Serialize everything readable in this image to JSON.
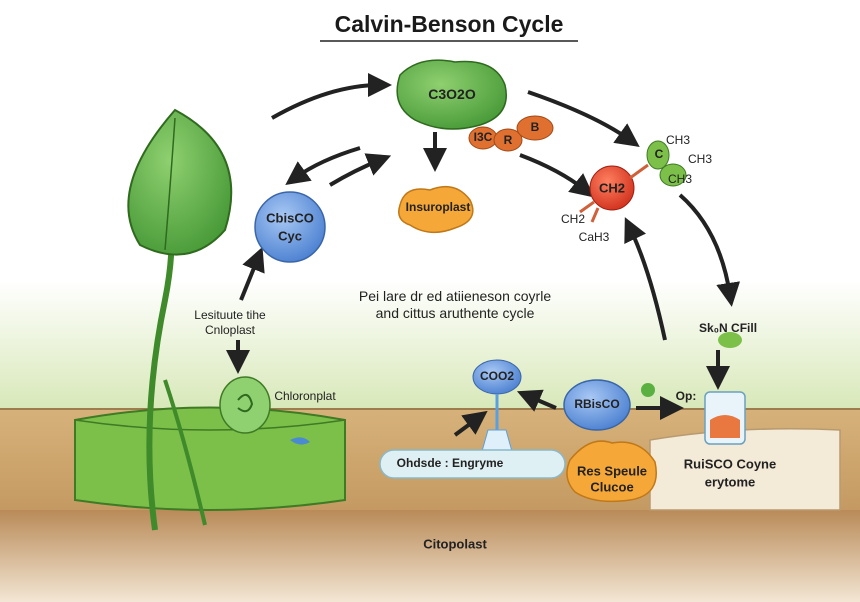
{
  "title": "Calvin-Benson Cycle",
  "molecules": {
    "top_blob": "C3O2O",
    "orange_chain": [
      "I3C",
      "R",
      "B"
    ],
    "insuroplast": "Insuroplast",
    "blue_circle": [
      "CbisCO",
      "Cyc"
    ],
    "red_center": "CH2",
    "ch3_labels": [
      "C",
      "CH3",
      "CH3",
      "CH3"
    ],
    "red_side": [
      "CH2",
      "CaH3"
    ]
  },
  "center_caption": [
    "Pei lare dr ed atiieneson coyrle",
    "and cittus aruthente cycle"
  ],
  "left_label": [
    "Lesituute tihe",
    "Cnloplast"
  ],
  "chloroplast_label": "Chloronplat",
  "coo2": "COO2",
  "enzyme_pill": "Ohdsde : Engryme",
  "rubisco": "RBisCO",
  "glucose_blob": [
    "Res Speule",
    "Clucoe"
  ],
  "op_label": "Op:",
  "skn_label": "Sk₀N CFill",
  "card": [
    "RuiSCO Coyne",
    "erytome"
  ],
  "bottom_label": "Citopolast",
  "colors": {
    "green": "#4fa43a",
    "orange": "#f0a030",
    "blue": "#5a8fdc",
    "red": "#e0402a",
    "soil": "#c9a06a"
  }
}
